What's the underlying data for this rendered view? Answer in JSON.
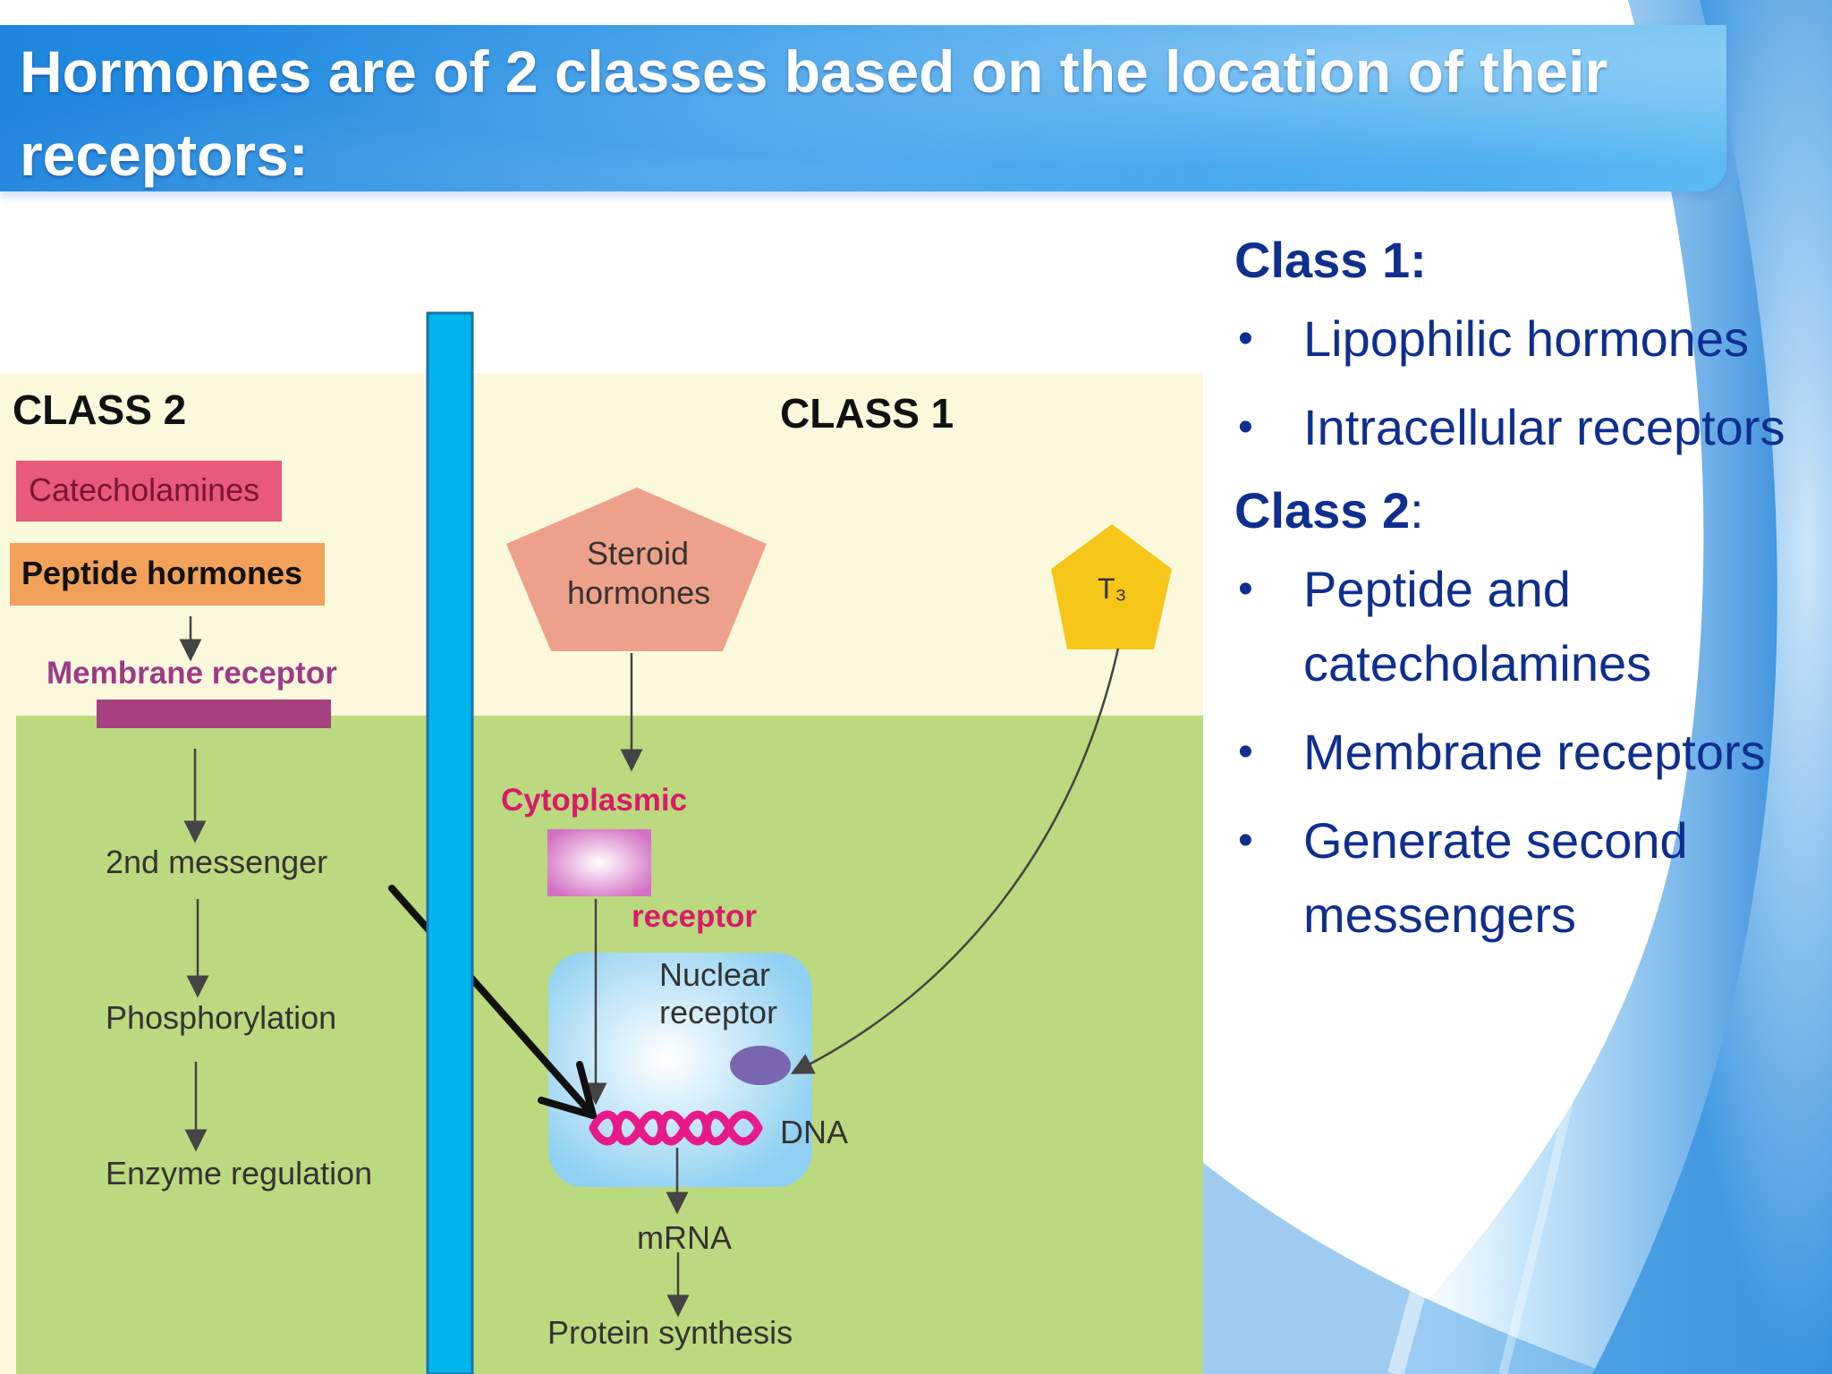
{
  "title": "Hormones are of 2 classes based on the location of their receptors:",
  "colors": {
    "banner": "#2a93e6",
    "panel_text": "#0f2f8f",
    "diagram_top_bg": "#fbf8dc",
    "diagram_cell_bg": "#bbd97e",
    "membrane_bar": "#00b4ee",
    "catecholamines_box": "#e8597a",
    "peptide_box": "#f2a15a",
    "steroid_pentagon": "#eea18a",
    "t3_pentagon": "#f5c518",
    "dna": "#e8198b"
  },
  "diagram": {
    "class2_heading": "CLASS 2",
    "class1_heading": "CLASS 1",
    "catecholamines": "Catecholamines",
    "peptide_hormones": "Peptide hormones",
    "membrane_receptor": "Membrane receptor",
    "second_messenger": "2nd messenger",
    "phosphorylation": "Phosphorylation",
    "enzyme_regulation": "Enzyme regulation",
    "steroid_line1": "Steroid",
    "steroid_line2": "hormones",
    "t3": "T₃",
    "cytoplasmic": "Cytoplasmic",
    "receptor": "receptor",
    "nuclear_line1": "Nuclear",
    "nuclear_line2": "receptor",
    "dna": "DNA",
    "mrna": "mRNA",
    "protein_synthesis": "Protein synthesis"
  },
  "panel": {
    "class1_label": "Class 1:",
    "class1_items": [
      "Lipophilic hormones",
      "Intracellular receptors"
    ],
    "class2_label": "Class 2",
    "class2_colon": ":",
    "class2_items": [
      "Peptide and catecholamines",
      "Membrane receptors",
      "Generate second messengers"
    ],
    "bullet": "•"
  }
}
